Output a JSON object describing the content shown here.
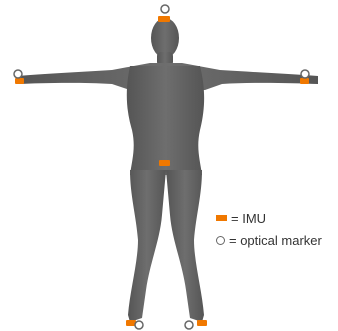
{
  "colors": {
    "body": "#676767",
    "body_shadow": "#4a4a4a",
    "imu": "#f07800",
    "marker_stroke": "#666666",
    "marker_fill": "#ffffff",
    "background": "#ffffff"
  },
  "legend": {
    "imu_label": "= IMU",
    "marker_label": "= optical marker"
  },
  "sensors": {
    "imu_locations": [
      "head",
      "left-wrist",
      "right-wrist",
      "pelvis",
      "left-foot",
      "right-foot"
    ],
    "optical_marker_locations": [
      "head",
      "left-wrist",
      "right-wrist",
      "left-foot",
      "right-foot"
    ]
  }
}
